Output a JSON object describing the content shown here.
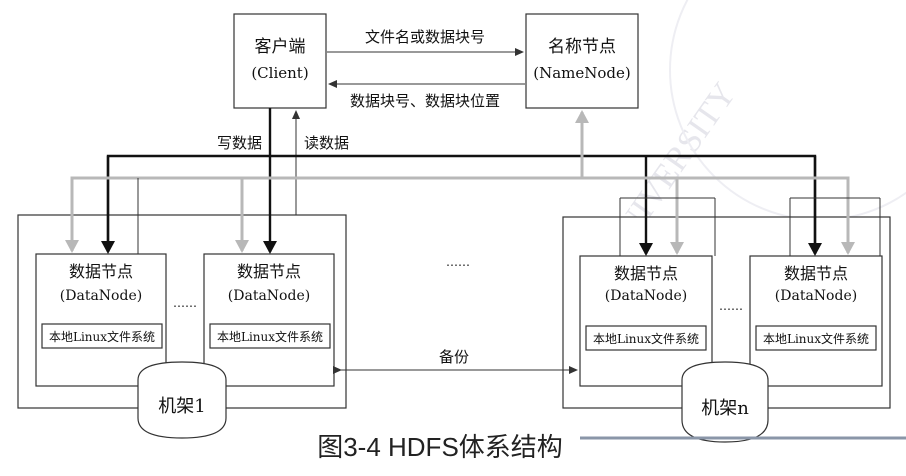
{
  "client": {
    "name": "客户端",
    "sub": "(Client)"
  },
  "namenode": {
    "name": "名称节点",
    "sub": "(NameNode)"
  },
  "arrows": {
    "to_namenode": "文件名或数据块号",
    "to_client": "数据块号、数据块位置",
    "write": "写数据",
    "read": "读数据",
    "backup": "备份"
  },
  "datanode": {
    "name": "数据节点",
    "sub": "(DataNode)",
    "fs": "本地Linux文件系统"
  },
  "ellipsis_small": "……",
  "ellipsis_mid": "……",
  "racks": {
    "rack1": "机架1",
    "rackn": "机架n"
  },
  "caption": "图3-4 HDFS体系结构",
  "watermark": "UNIVERSITY"
}
